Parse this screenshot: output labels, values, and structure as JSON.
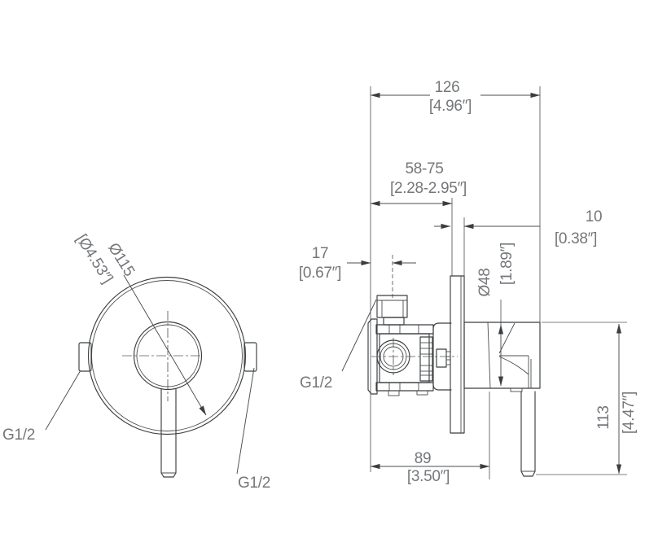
{
  "colors": {
    "background": "#ffffff",
    "line": "#3b3e40",
    "dimension_text": "#74777a"
  },
  "front": {
    "diameter_label": {
      "mm": "Ø115",
      "inch": "[Ø4.53″]"
    },
    "thread_bottom_left": "G1/2",
    "thread_bottom_right": "G1/2"
  },
  "side": {
    "overall_depth": {
      "mm": "126",
      "inch": "[4.96″]"
    },
    "wall_adjust_range": {
      "mm": "58-75",
      "inch": "[2.28-2.95″]"
    },
    "inlet_offset": {
      "mm": "17",
      "inch": "[0.67″]"
    },
    "plate_thickness": {
      "mm": "10",
      "inch": "[0.38″]"
    },
    "escutcheon_diameter": {
      "mm": "Ø48",
      "inch": "[1.89″]"
    },
    "valve_depth": {
      "mm": "89",
      "inch": "[3.50″]"
    },
    "handle_height": {
      "mm": "113",
      "inch": "[4.47″]"
    },
    "thread_inlet": "G1/2"
  }
}
